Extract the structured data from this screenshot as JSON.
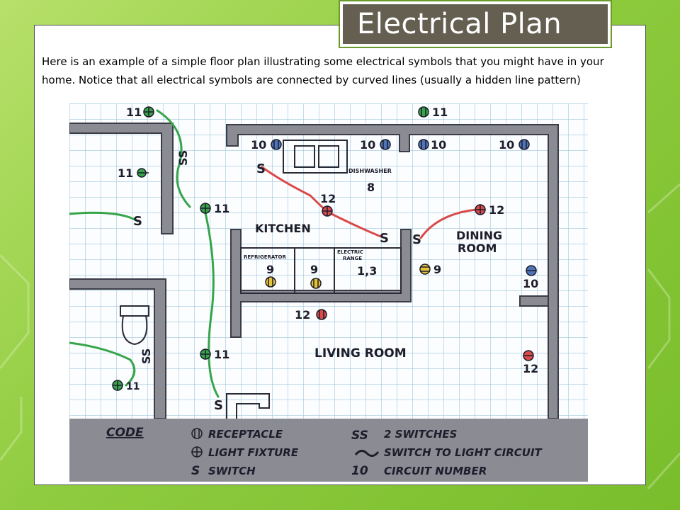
{
  "slide": {
    "title": "Electrical Plan",
    "intro_text": "Here is an example of a simple floor plan illustrating some electrical symbols that you might have in your home.  Notice that all electrical symbols are connected by curved lines (usually a hidden line pattern)"
  },
  "plan": {
    "rooms": {
      "kitchen": "KITCHEN",
      "dining_room_line1": "DINING",
      "dining_room_line2": "ROOM",
      "living_room": "LIVING ROOM"
    },
    "appliances": {
      "dishwasher": "DISHWASHER",
      "refrigerator": "REFRIGERATOR",
      "electric_range_line1": "ELECTRIC",
      "electric_range_line2": "RANGE"
    },
    "circuit_labels": {
      "c11_a": "11",
      "c11_b": "11",
      "c11_c": "11",
      "c11_d": "11",
      "c11_e": "11",
      "c11_f": "11",
      "c10_a": "10",
      "c10_b": "10",
      "c10_c": "10",
      "c10_d": "10",
      "c10_e": "10",
      "c12_a": "12",
      "c12_b": "12",
      "c12_c": "12",
      "c12_d": "12",
      "c9_a": "9",
      "c9_b": "9",
      "c9_c": "9",
      "c8": "8",
      "c13": "1,3"
    },
    "switch_labels": {
      "ss_top": "SS",
      "ss_bottom": "SS",
      "s_left": "S",
      "s_kitchen": "S",
      "s_mid_a": "S",
      "s_mid_b": "S",
      "s_bottom": "S"
    },
    "legend": {
      "heading": "CODE",
      "receptacle": "RECEPTACLE",
      "light_fixture": "LIGHT FIXTURE",
      "switch_symbol": "S",
      "switch": "SWITCH",
      "two_switches_symbol": "SS",
      "two_switches": "2 SWITCHES",
      "circuit_line": "SWITCH TO LIGHT CIRCUIT",
      "circuit_number_symbol": "10",
      "circuit_number": "CIRCUIT NUMBER"
    },
    "colors": {
      "wall": "#8a8b93",
      "grid": "#9fc6dc",
      "green_circuit": "#36a54a",
      "red_circuit": "#d94a4a",
      "blue_receptacle": "#4f74b8",
      "yellow_receptacle": "#e5c43a"
    }
  }
}
